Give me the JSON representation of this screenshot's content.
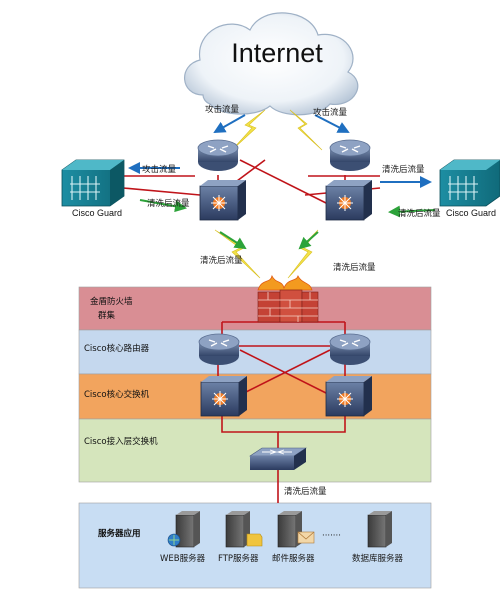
{
  "cloud": {
    "title": "Internet"
  },
  "flows": {
    "attack_left": "攻击流量",
    "attack_right": "攻击流量",
    "attack_guard_left": "攻击流量",
    "clean_guard_left": "清洗后流量",
    "clean_guard_right_top": "清洗后流量",
    "clean_guard_right_bottom": "清洗后流量",
    "clean_down_left": "清洗后流量",
    "clean_down_right": "清洗后流量",
    "clean_access": "清洗后流量"
  },
  "guards": {
    "left": "Cisco Guard",
    "right": "Cisco Guard"
  },
  "bands": {
    "firewall_line1": "金盾防火墙",
    "firewall_line2": "群集",
    "core_router": "Cisco核心路由器",
    "core_switch": "Cisco核心交换机",
    "access_switch": "Cisco接入层交换机",
    "servers": "服务器应用"
  },
  "servers": {
    "web": "WEB服务器",
    "ftp": "FTP服务器",
    "mail": "邮件服务器",
    "ellipsis": "·······",
    "db": "数据库服务器"
  },
  "colors": {
    "band_firewall": "#D98E94",
    "band_router": "#C5D8EE",
    "band_switch": "#F2A45E",
    "band_access": "#D5E5BC",
    "band_servers": "#C8DDF3",
    "link_red": "#C0141A",
    "arrow_blue": "#1F6FC0",
    "arrow_green": "#2DA33A",
    "lightning": "#F3E24A"
  }
}
